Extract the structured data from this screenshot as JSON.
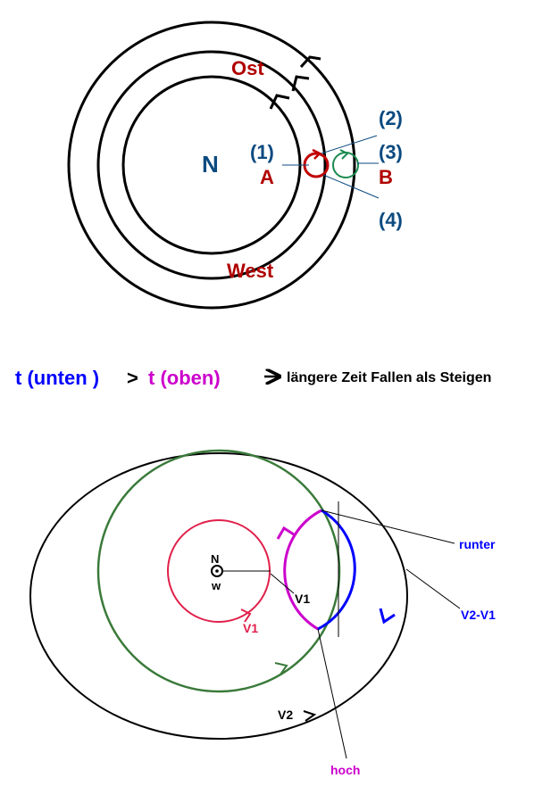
{
  "top_diagram": {
    "center_label": "N",
    "ost_label": "Ost",
    "west_label": "West",
    "point_a": "A",
    "point_b": "B",
    "marker_1": "(1)",
    "marker_2": "(2)",
    "marker_3": "(3)",
    "marker_4": "(4)"
  },
  "relation": {
    "t_unten": "t (unten )",
    "gt": ">",
    "t_oben": "t (oben)",
    "conclusion": "längere Zeit Fallen als Steigen"
  },
  "bottom_diagram": {
    "center_n": "N",
    "center_w": "w",
    "v1_inner": "V1",
    "v1_outer": "V1",
    "v2": "V2",
    "runter": "runter",
    "v2_minus_v1": "V2-V1",
    "hoch": "hoch"
  },
  "colors": {
    "black": "#000000",
    "dark_red": "#b00000",
    "dark_blue": "#0b4a80",
    "green": "#1a8a50",
    "blue": "#0000ff",
    "magenta": "#cc00cc",
    "crimson": "#e0204a",
    "olive_green": "#3a7a3a"
  }
}
